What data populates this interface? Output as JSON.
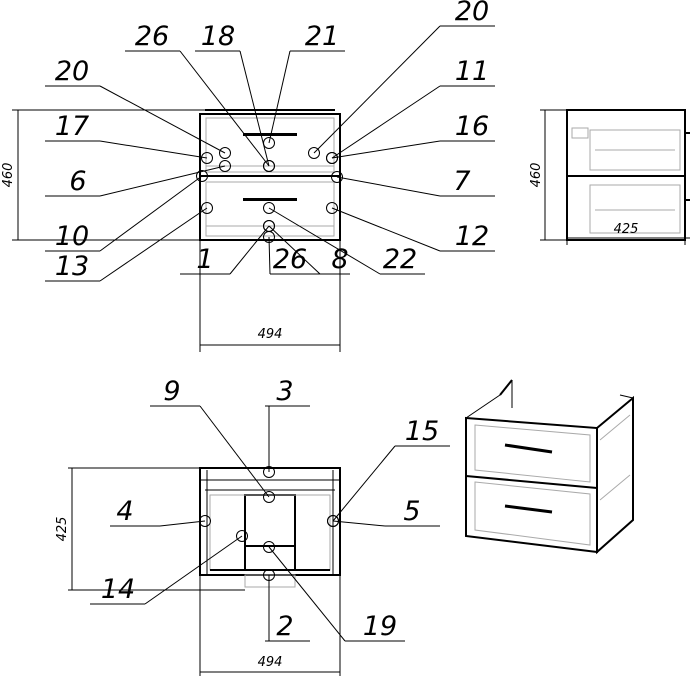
{
  "front_view": {
    "callouts": [
      "26",
      "18",
      "21",
      "20",
      "20",
      "11",
      "17",
      "16",
      "6",
      "7",
      "10",
      "12",
      "13",
      "1",
      "26",
      "8",
      "22"
    ],
    "dim_height": "460",
    "dim_width": "494"
  },
  "side_view": {
    "dim_height": "460",
    "dim_depth": "425"
  },
  "top_view": {
    "callouts": [
      "9",
      "3",
      "15",
      "4",
      "5",
      "14",
      "2",
      "19"
    ],
    "dim_depth": "425",
    "dim_width": "494"
  }
}
